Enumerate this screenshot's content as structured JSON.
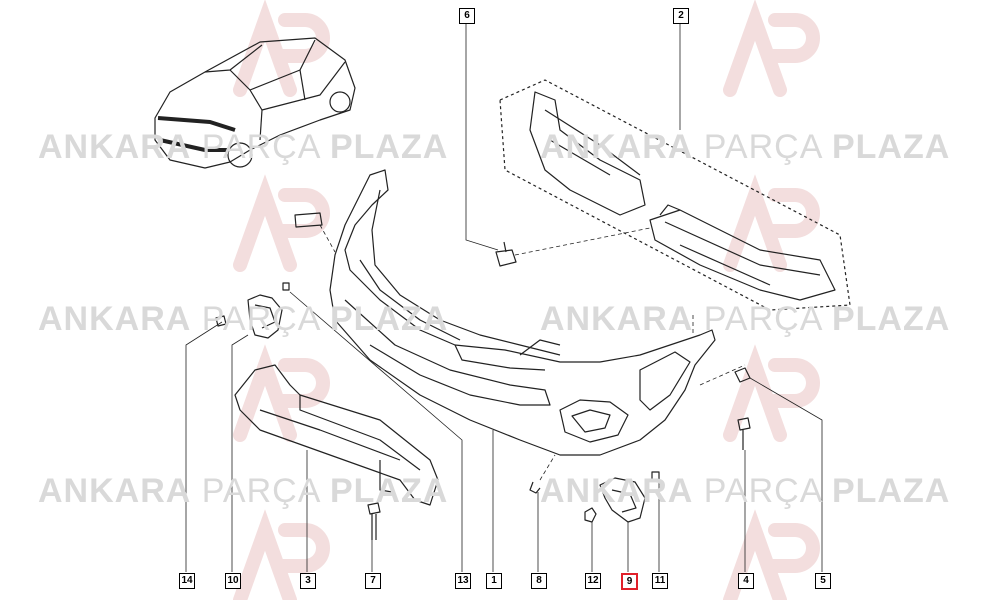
{
  "watermark": {
    "part1": "ANKARA",
    "part2": "PARÇA",
    "part3": "PLAZA",
    "logo": "AP"
  },
  "callouts": [
    {
      "id": "1",
      "label": "1"
    },
    {
      "id": "2",
      "label": "2"
    },
    {
      "id": "3",
      "label": "3"
    },
    {
      "id": "4",
      "label": "4"
    },
    {
      "id": "5",
      "label": "5"
    },
    {
      "id": "6",
      "label": "6"
    },
    {
      "id": "7",
      "label": "7"
    },
    {
      "id": "8",
      "label": "8"
    },
    {
      "id": "9",
      "label": "9",
      "highlighted": true
    },
    {
      "id": "10",
      "label": "10"
    },
    {
      "id": "11",
      "label": "11"
    },
    {
      "id": "12",
      "label": "12"
    },
    {
      "id": "13",
      "label": "13"
    },
    {
      "id": "14",
      "label": "14"
    }
  ],
  "colors": {
    "highlight": "#e0202a",
    "line": "#222222",
    "watermark": "#d9d9d9",
    "logo": "#f3dede"
  }
}
